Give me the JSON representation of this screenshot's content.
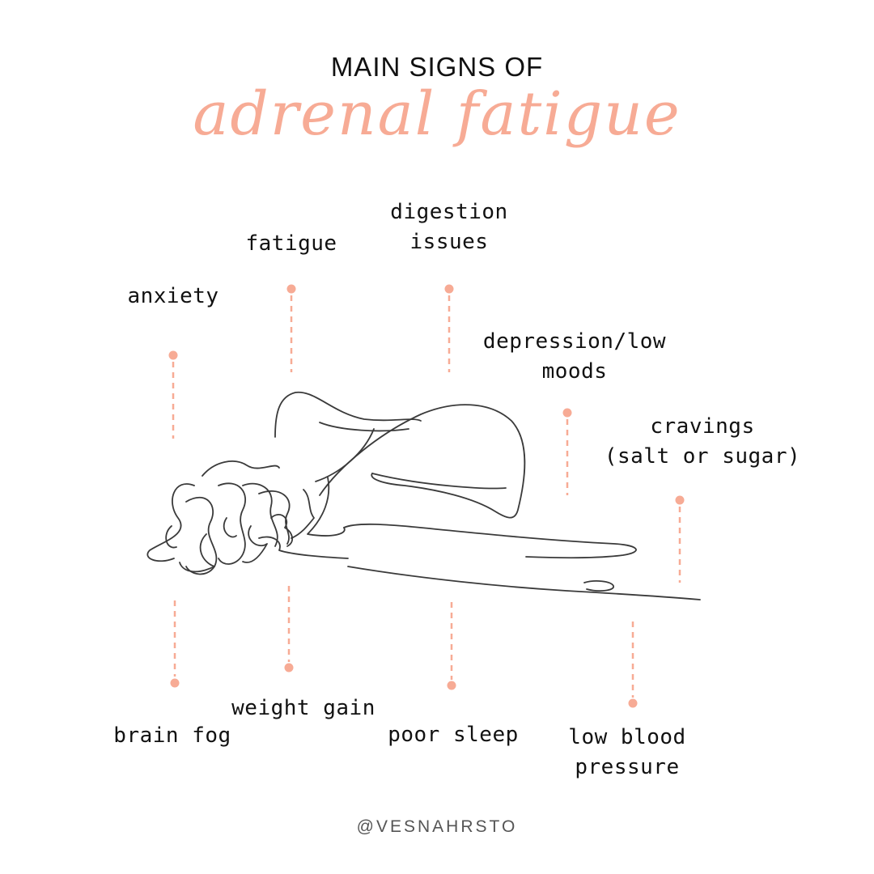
{
  "header": {
    "kicker": "MAIN SIGNS OF",
    "title": "adrenal fatigue"
  },
  "signs": {
    "anxiety": "anxiety",
    "fatigue": "fatigue",
    "digestion_line1": "digestion",
    "digestion_line2": "issues",
    "depression_line1": "depression/low",
    "depression_line2": "moods",
    "cravings_line1": "cravings",
    "cravings_line2": "(salt or sugar)",
    "brain_fog": "brain fog",
    "weight_gain": "weight gain",
    "poor_sleep": "poor sleep",
    "low_bp_line1": "low blood",
    "low_bp_line2": "pressure"
  },
  "footer": {
    "handle": "@VESNAHRSTO"
  },
  "colors": {
    "accent": "#f7ab95",
    "text": "#111111",
    "line_art": "#3a3a3a"
  },
  "illustration": {
    "subject": "line-drawing-woman-curled-lying-down"
  }
}
